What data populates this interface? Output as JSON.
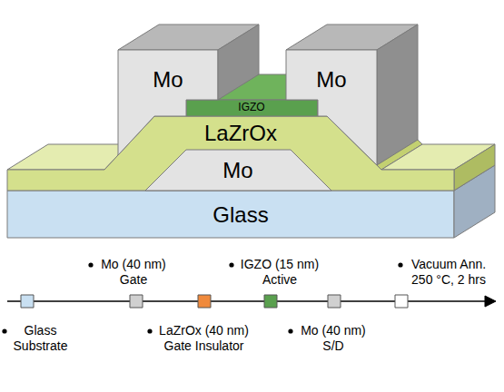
{
  "diagram": {
    "nodes": [
      {
        "text": [
          "Mo"
        ]
      },
      {
        "text": [
          "Mo"
        ]
      },
      {
        "text": [
          "IGZO"
        ]
      },
      {
        "text": [
          "LaZrOx"
        ]
      },
      {
        "text": [
          "Mo"
        ]
      },
      {
        "text": [
          "Glass"
        ]
      }
    ],
    "labels": [
      "Mo (40 nm) Gate",
      "IGZO (15 nm) Active",
      "Vacuum Ann. 250 °C, 2 hrs",
      "Glass Substrate",
      "LaZrOx (40 nm) Gate Insulator",
      "Mo (40 nm) S/D"
    ]
  }
}
